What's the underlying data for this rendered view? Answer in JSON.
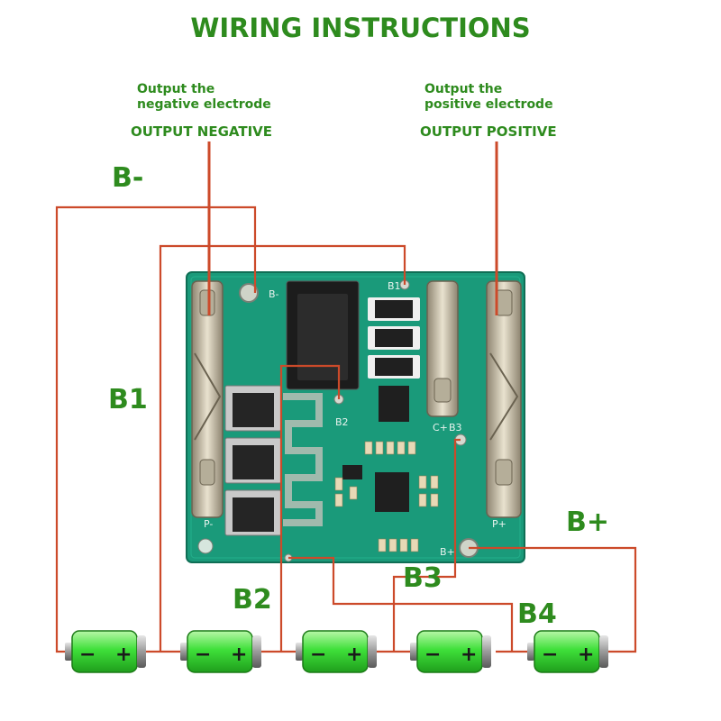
{
  "title": "WIRING INSTRUCTIONS",
  "negative_note": {
    "line1": "Output the",
    "line2": "negative electrode",
    "label": "OUTPUT NEGATIVE"
  },
  "positive_note": {
    "line1": "Output the",
    "line2": "positive electrode",
    "label": "OUTPUT POSITIVE"
  },
  "wire_labels": {
    "b_minus": "B-",
    "b1": "B1",
    "b2": "B2",
    "b3": "B3",
    "b4": "B4",
    "b_plus": "B+"
  },
  "pcb_silkscreen": {
    "b_minus": "B-",
    "b1": "B1",
    "b2": "B2",
    "b3": "B3",
    "c_plus": "C+",
    "p_minus": "P-",
    "p_plus": "P+",
    "b_plus": "B+"
  },
  "battery_cells": [
    {
      "minus": "−",
      "plus": "+"
    },
    {
      "minus": "−",
      "plus": "+"
    },
    {
      "minus": "−",
      "plus": "+"
    },
    {
      "minus": "−",
      "plus": "+"
    },
    {
      "minus": "−",
      "plus": "+"
    }
  ],
  "colors": {
    "label_green": "#2e8b1e",
    "wire_red": "#cc4a2a",
    "pcb_green": "#1a9a7a",
    "battery_green": "#3fe03a"
  }
}
